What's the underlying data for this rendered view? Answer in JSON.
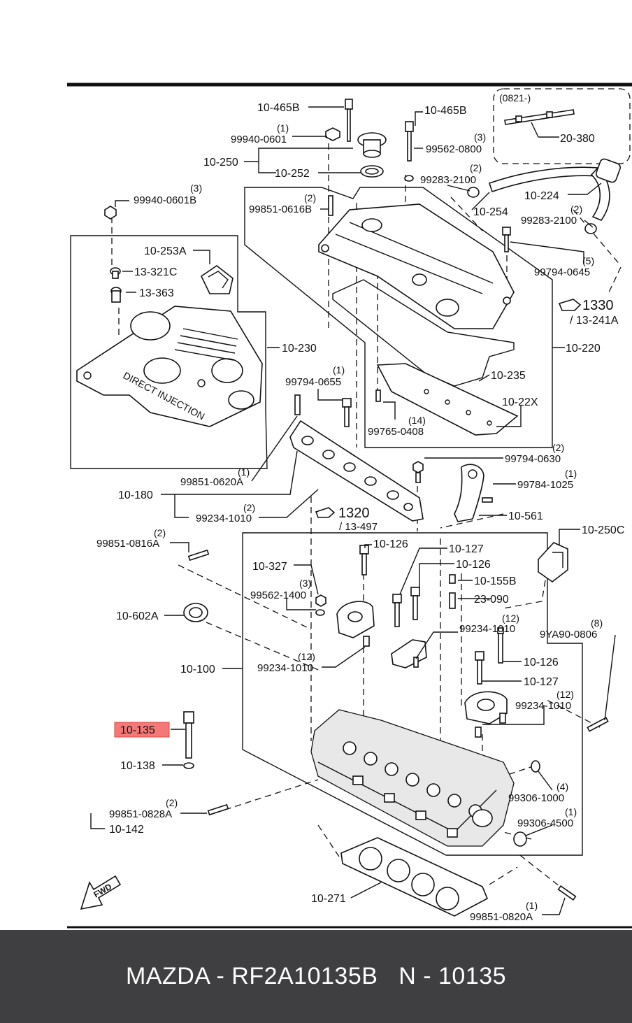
{
  "brand_colors": {
    "highlight": "#f47878",
    "footer_bg": "#3f3f41",
    "footer_text": "#ffffff"
  },
  "labels": {
    "l_10_465B_a": "10-465B",
    "l_99940_0601_q": "(1)",
    "l_99940_0601": "99940-0601",
    "l_10_250": "10-250",
    "l_10_252": "10-252",
    "l_10_465B_b": "10-465B",
    "l_99562_0800_q": "(3)",
    "l_99562_0800": "99562-0800",
    "l_0821": "(0821-)",
    "l_20_380": "20-380",
    "l_99283_2100_a_q": "(2)",
    "l_99283_2100_a": "99283-2100",
    "l_10_224": "10-224",
    "l_10_254": "10-254",
    "l_99940_0601B_q": "(3)",
    "l_99940_0601B": "99940-0601B",
    "l_99851_0616B_q": "(2)",
    "l_99851_0616B": "99851-0616B",
    "l_99283_2100_b_q": "(2)",
    "l_99283_2100_b": "99283-2100",
    "l_10_253A": "10-253A",
    "l_13_321C": "13-321C",
    "l_99794_0645_q": "(5)",
    "l_99794_0645": "99794-0645",
    "l_13_363": "13-363",
    "l_1330": "1330",
    "l_13_241A": "/ 13-241A",
    "l_10_230": "10-230",
    "l_10_220": "10-220",
    "l_10_235": "10-235",
    "l_99794_0655_q": "(1)",
    "l_99794_0655": "99794-0655",
    "l_99765_0408_q": "(14)",
    "l_99765_0408": "99765-0408",
    "l_10_22X": "10-22X",
    "l_99794_0630_q": "(2)",
    "l_99794_0630": "99794-0630",
    "l_99851_0620A_q": "(1)",
    "l_99851_0620A": "99851-0620A",
    "l_99784_1025_q": "(1)",
    "l_99784_1025": "99784-1025",
    "l_10_180": "10-180",
    "l_99234_1010_a_q": "(2)",
    "l_99234_1010_a": "99234-1010",
    "l_1320": "1320",
    "l_13_497": "/ 13-497",
    "l_10_561": "10-561",
    "l_99851_0816A_q": "(2)",
    "l_99851_0816A": "99851-0816A",
    "l_10_126_a": "10-126",
    "l_10_127_a": "10-127",
    "l_10_250C": "10-250C",
    "l_10_327": "10-327",
    "l_10_126_b": "10-126",
    "l_10_155B": "10-155B",
    "l_99562_1400_q": "(3)",
    "l_99562_1400": "99562-1400",
    "l_23_090": "23-090",
    "l_10_602A": "10-602A",
    "l_99234_1010_b_q": "(12)",
    "l_99234_1010_b": "99234-1010",
    "l_9YA90_0806_q": "(8)",
    "l_9YA90_0806": "9YA90-0806",
    "l_99234_1010_c_q": "(12)",
    "l_99234_1010_c": "99234-1010",
    "l_10_100": "10-100",
    "l_10_126_c": "10-126",
    "l_10_127_b": "10-127",
    "l_99234_1010_d_q": "(12)",
    "l_99234_1010_d": "99234-1010",
    "l_10_135": "10-135",
    "l_10_138": "10-138",
    "l_99306_1000_q": "(4)",
    "l_99306_1000": "99306-1000",
    "l_99851_0828A_q": "(2)",
    "l_99851_0828A": "99851-0828A",
    "l_99306_4500_q": "(1)",
    "l_99306_4500": "99306-4500",
    "l_10_142": "10-142",
    "l_fwd": "FWD",
    "l_10_271": "10-271",
    "l_99851_0820A_q": "(1)",
    "l_99851_0820A": "99851-0820A",
    "l_cover_print": "DIRECT INJECTION"
  },
  "footer": {
    "text": "MAZDA - RF2A10135B   N - 10135"
  }
}
